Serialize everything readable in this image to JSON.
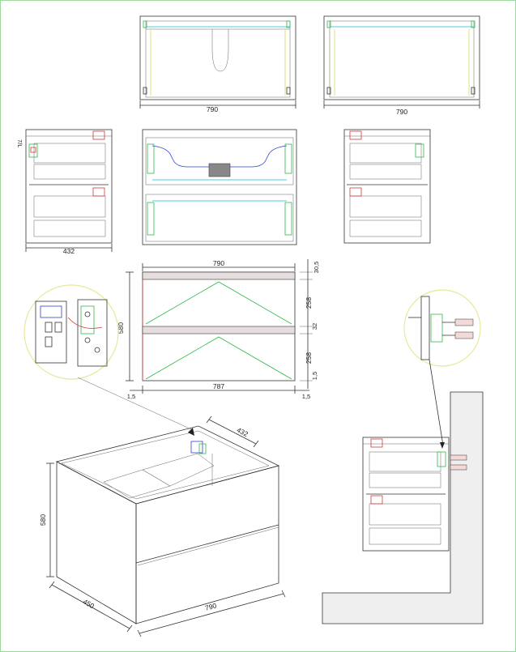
{
  "dimensions": {
    "top_left_width": "790",
    "top_right_width": "790",
    "side_left_depth": "432",
    "side_left_top_note": "7/L",
    "section_width_top": "790",
    "section_width_bottom": "787",
    "section_height": "580",
    "section_top_panel": "30,5",
    "section_upper_drawer": "258",
    "section_divider": "32",
    "section_lower_drawer": "258",
    "section_bottom_gap": "1,5",
    "section_left_gap": "1,5",
    "section_right_gap": "1,5",
    "iso_depth_top": "432",
    "iso_height": "580",
    "iso_depth_bottom": "450",
    "iso_width": "790"
  },
  "colors": {
    "outline": "#333333",
    "guide_blue": "#2b3fd8",
    "guide_green": "#2fb84a",
    "detail_yellow": "#e2e27a",
    "marker_red": "#d23a3a",
    "glass_cyan": "#6fd8e8",
    "wall_fill": "#efefef"
  }
}
